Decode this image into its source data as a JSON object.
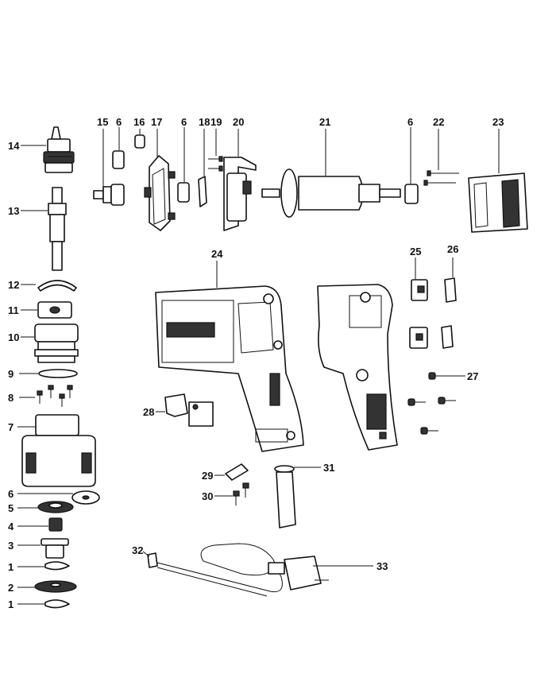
{
  "parts": [
    {
      "key": "p14",
      "num": "14"
    },
    {
      "key": "p13",
      "num": "13"
    },
    {
      "key": "p12",
      "num": "12"
    },
    {
      "key": "p11",
      "num": "11"
    },
    {
      "key": "p10",
      "num": "10"
    },
    {
      "key": "p9",
      "num": "9"
    },
    {
      "key": "p8",
      "num": "8"
    },
    {
      "key": "p7",
      "num": "7"
    },
    {
      "key": "p6a",
      "num": "6"
    },
    {
      "key": "p5",
      "num": "5"
    },
    {
      "key": "p4",
      "num": "4"
    },
    {
      "key": "p3",
      "num": "3"
    },
    {
      "key": "p1a",
      "num": "1"
    },
    {
      "key": "p2",
      "num": "2"
    },
    {
      "key": "p1b",
      "num": "1"
    },
    {
      "key": "p15",
      "num": "15"
    },
    {
      "key": "p6b",
      "num": "6"
    },
    {
      "key": "p16",
      "num": "16"
    },
    {
      "key": "p17",
      "num": "17"
    },
    {
      "key": "p6c",
      "num": "6"
    },
    {
      "key": "p18",
      "num": "18"
    },
    {
      "key": "p19",
      "num": "19"
    },
    {
      "key": "p20",
      "num": "20"
    },
    {
      "key": "p21",
      "num": "21"
    },
    {
      "key": "p6d",
      "num": "6"
    },
    {
      "key": "p22",
      "num": "22"
    },
    {
      "key": "p23",
      "num": "23"
    },
    {
      "key": "p24",
      "num": "24"
    },
    {
      "key": "p25",
      "num": "25"
    },
    {
      "key": "p26",
      "num": "26"
    },
    {
      "key": "p27",
      "num": "27"
    },
    {
      "key": "p28",
      "num": "28"
    },
    {
      "key": "p29",
      "num": "29"
    },
    {
      "key": "p30",
      "num": "30"
    },
    {
      "key": "p31",
      "num": "31"
    },
    {
      "key": "p32",
      "num": "32"
    },
    {
      "key": "p33",
      "num": "33"
    }
  ]
}
